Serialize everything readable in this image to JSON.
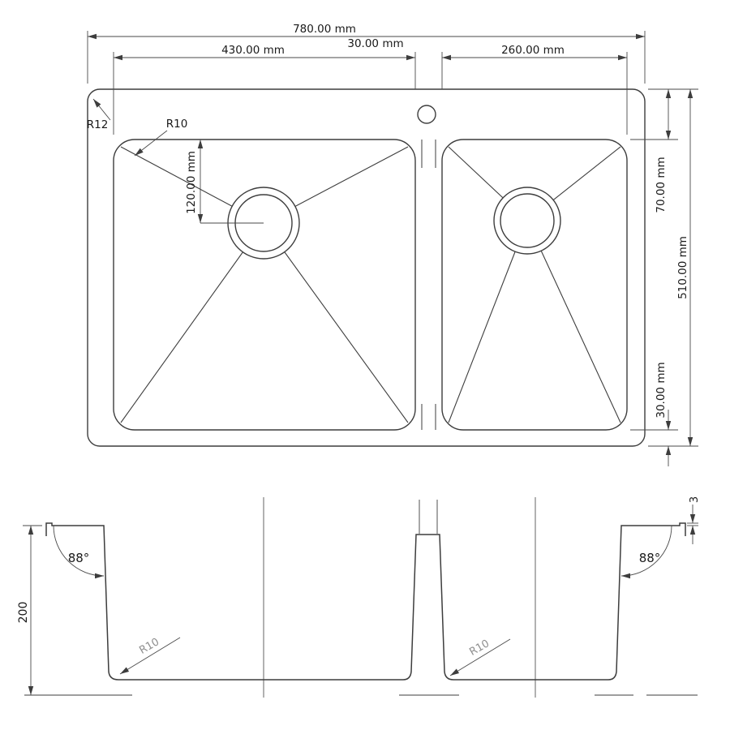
{
  "top_view": {
    "dim_overall_width": "780.00 mm",
    "dim_left_bowl_width": "430.00 mm",
    "dim_divider_width": "30.00 mm",
    "dim_right_bowl_width": "260.00 mm",
    "dim_top_offset": "70.00 mm",
    "dim_overall_depth": "510.00 mm",
    "dim_bottom_offset": "30.00 mm",
    "dim_drain_offset": "120.00 mm",
    "label_outer_radius": "R12",
    "label_bowl_radius": "R10"
  },
  "section_view": {
    "dim_left_angle": "88°",
    "dim_right_angle": "88°",
    "dim_depth": "200",
    "dim_lip_height": "3",
    "label_left_radius": "R10",
    "label_right_radius": "R10"
  }
}
